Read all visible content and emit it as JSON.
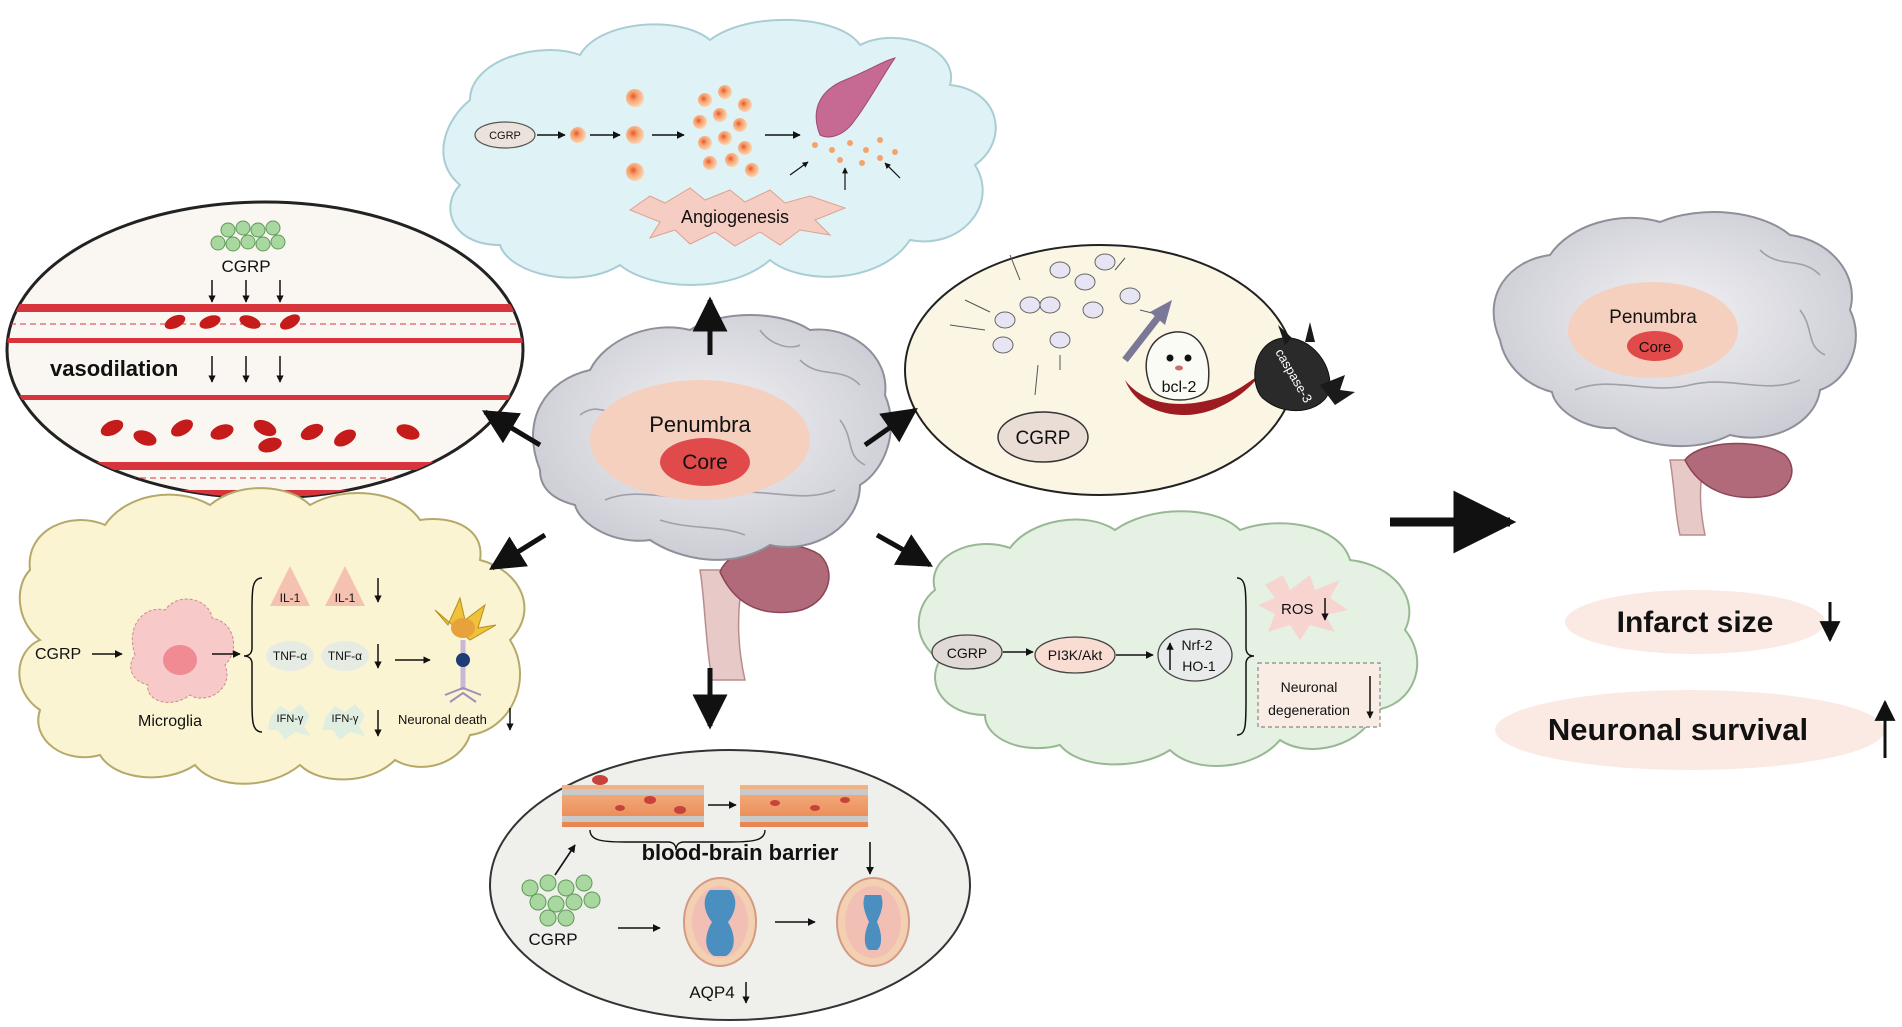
{
  "central_brain": {
    "penumbra": "Penumbra",
    "core": "Core"
  },
  "angiogenesis": {
    "cgrp": "CGRP",
    "label": "Angiogenesis"
  },
  "vasodilation": {
    "cgrp": "CGRP",
    "label": "vasodilation"
  },
  "apoptosis": {
    "cgrp": "CGRP",
    "bcl2": "bcl-2",
    "caspase": "caspase-3"
  },
  "inflammation": {
    "cgrp": "CGRP",
    "microglia": "Microglia",
    "il1": "IL-1",
    "tnf": "TNF-α",
    "ifn": "IFN-γ",
    "neuronal_death": "Neuronal death"
  },
  "oxidative": {
    "cgrp": "CGRP",
    "pi3k": "PI3K/Akt",
    "nrf2": "Nrf-2",
    "ho1": "HO-1",
    "ros": "ROS",
    "neuronal_degeneration_1": "Neuronal",
    "neuronal_degeneration_2": "degeneration"
  },
  "bbb": {
    "label": "blood-brain barrier",
    "cgrp": "CGRP",
    "aqp4": "AQP4"
  },
  "outcome_brain": {
    "penumbra": "Penumbra",
    "core": "Core"
  },
  "outcomes": {
    "infarct": "Infarct size",
    "survival": "Neuronal survival"
  },
  "colors": {
    "cloud_blue": "#dff3f6",
    "oval_cream": "#fbf6e3",
    "cloud_yellow": "#fbf4d2",
    "cloud_green": "#e5f2e3",
    "oval_gray": "#efefec",
    "penumbra": "#f5d0bf",
    "core": "#e04a4a",
    "rbc": "#c51b1b"
  }
}
